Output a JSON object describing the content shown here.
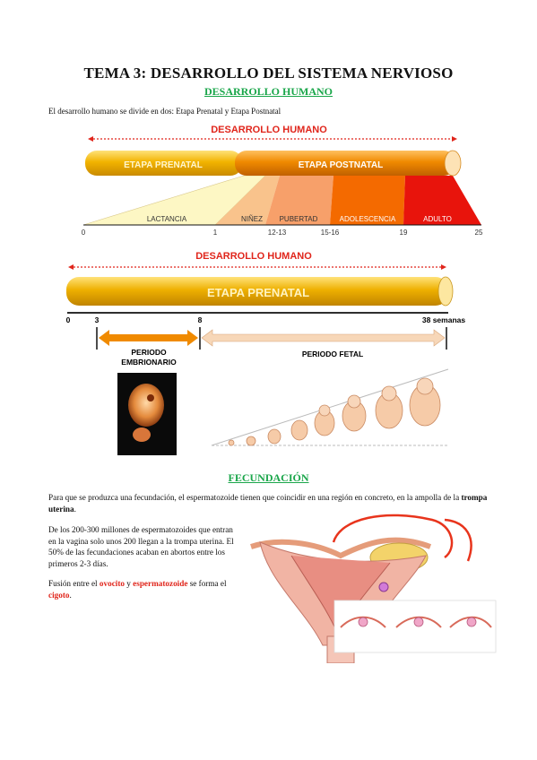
{
  "header": {
    "title": "TEMA 3: DESARROLLO DEL SISTEMA NERVIOSO",
    "subtitle": "DESARROLLO HUMANO"
  },
  "intro": "El desarrollo humano se divide en dos: Etapa Prenatal y Etapa Postnatal",
  "diagram1": {
    "heading": "DESARROLLO HUMANO",
    "bar_left": "ETAPA PRENATAL",
    "bar_right": "ETAPA POSTNATAL",
    "stages": [
      "LACTANCIA",
      "NIÑEZ",
      "PUBERTAD",
      "ADOLESCENCIA",
      "ADULTO"
    ],
    "ticks": [
      "0",
      "1",
      "12-13",
      "15-16",
      "19",
      "25"
    ],
    "colors": {
      "prenatal": "#f0b800",
      "postnatal": "#f08a00",
      "lactancia": "#fdf7c4",
      "ninez": "#f9c38c",
      "pubertad": "#f7a06a",
      "adolescencia": "#f46a00",
      "adulto": "#e8140c"
    }
  },
  "diagram2": {
    "heading": "DESARROLLO HUMANO",
    "bar": "ETAPA PRENATAL",
    "ticks": [
      "0",
      "3",
      "8",
      "38 semanas"
    ],
    "period_embryo_line1": "PERIODO",
    "period_embryo_line2": "EMBRIONARIO",
    "period_fetal": "PERIODO FETAL"
  },
  "fecundacion": {
    "heading": "FECUNDACIÓN",
    "p1_text": "Para que se produzca una fecundación, el espermatozoide tienen que coincidir en una región en concreto, en la ampolla de la ",
    "p1_bold": "trompa uterina",
    "p1_end": ".",
    "p2": "De los 200-300 millones de espermatozoides que entran en la vagina solo unos 200 llegan a la trompa uterina. El 50% de las fecundaciones acaban en abortos entre los primeros 2-3 días.",
    "p3_a": "Fusión entre el ",
    "p3_ovocito": "ovocito",
    "p3_b": " y ",
    "p3_esperm": "espermatozoide",
    "p3_c": " se forma el ",
    "p3_cigoto": "cigoto",
    "p3_d": "."
  }
}
